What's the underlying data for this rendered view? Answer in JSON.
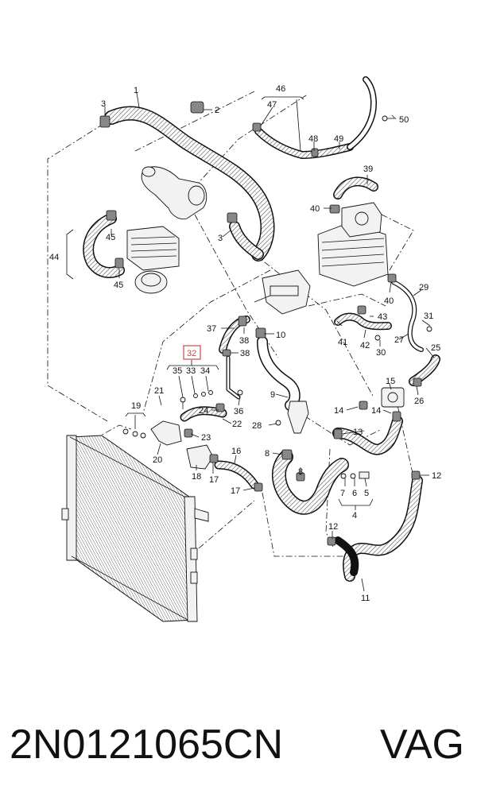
{
  "diagram": {
    "callouts": [
      "1",
      "2",
      "3",
      "3",
      "4",
      "5",
      "6",
      "7",
      "8",
      "8",
      "9",
      "10",
      "11",
      "12",
      "12",
      "13",
      "14",
      "14",
      "15",
      "16",
      "17",
      "17",
      "18",
      "19",
      "20",
      "21",
      "22",
      "23",
      "24",
      "25",
      "26",
      "27",
      "28",
      "29",
      "30",
      "31",
      "32",
      "33",
      "34",
      "35",
      "36",
      "37",
      "38",
      "38",
      "39",
      "40",
      "40",
      "41",
      "42",
      "43",
      "44",
      "45",
      "45",
      "46",
      "47",
      "48",
      "49",
      "50"
    ],
    "highlight_callout": "32",
    "colors": {
      "ink": "#111111",
      "hose_fill": "#e4e4e4",
      "highlight": "#d9434a"
    }
  },
  "footer": {
    "part_number": "2N0121065CN",
    "brand": "VAG"
  }
}
